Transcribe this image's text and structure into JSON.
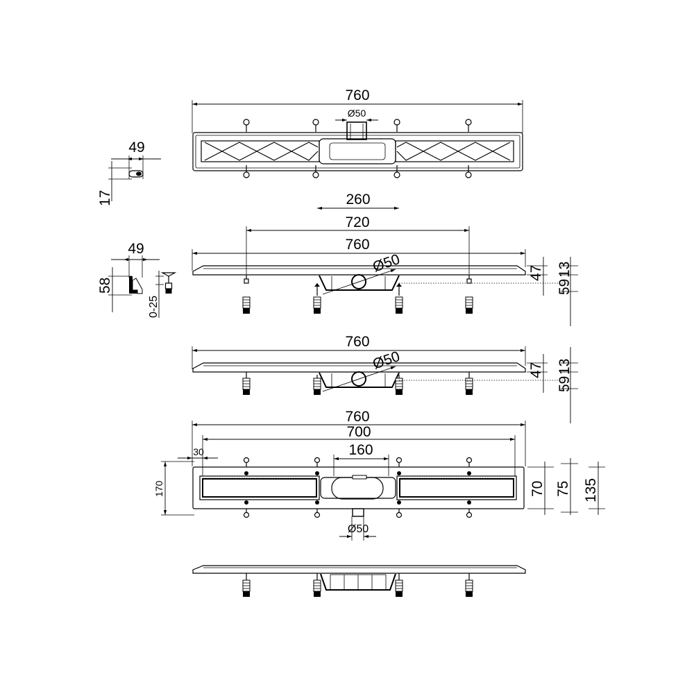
{
  "top_view": {
    "overall_length": "760",
    "outlet_diameter": "Ø50"
  },
  "bracket_detail": {
    "width": "49",
    "height": "17"
  },
  "side_view_1": {
    "dim_260": "260",
    "dim_720": "720",
    "overall_length": "760",
    "outlet_diameter": "Ø50",
    "dim_47": "47",
    "dim_59": "59",
    "dim_13": "13"
  },
  "foot_detail": {
    "width": "49",
    "height": "58",
    "adjust_range": "0-25"
  },
  "side_view_2": {
    "overall_length": "760",
    "outlet_diameter": "Ø50",
    "dim_47": "47",
    "dim_59": "59",
    "dim_13": "13"
  },
  "plan_view": {
    "overall_length": "760",
    "inner_length": "700",
    "offset": "30",
    "center_width": "160",
    "height": "170",
    "dim_70": "70",
    "dim_75": "75",
    "dim_135": "135",
    "outlet_diameter": "Ø50"
  }
}
